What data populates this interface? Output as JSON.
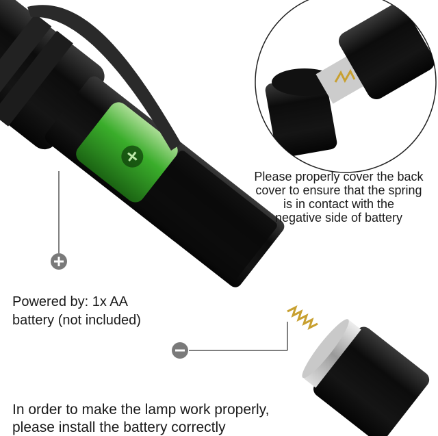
{
  "callout": {
    "lines": [
      "Please properly cover the back",
      "cover to ensure that the spring",
      "is in contact with the",
      "negative side of battery"
    ]
  },
  "powered": {
    "lines": [
      "Powered by: 1x AA",
      "battery (not included)"
    ]
  },
  "install": {
    "lines": [
      "In order to make the lamp work properly,",
      "please install the battery correctly"
    ]
  },
  "icons": {
    "positive": "plus-circle-icon",
    "negative": "minus-circle-icon"
  },
  "colors": {
    "battery_green": "#3fbf2e",
    "body": "#111111",
    "icon_gray": "#7a7a7a"
  }
}
